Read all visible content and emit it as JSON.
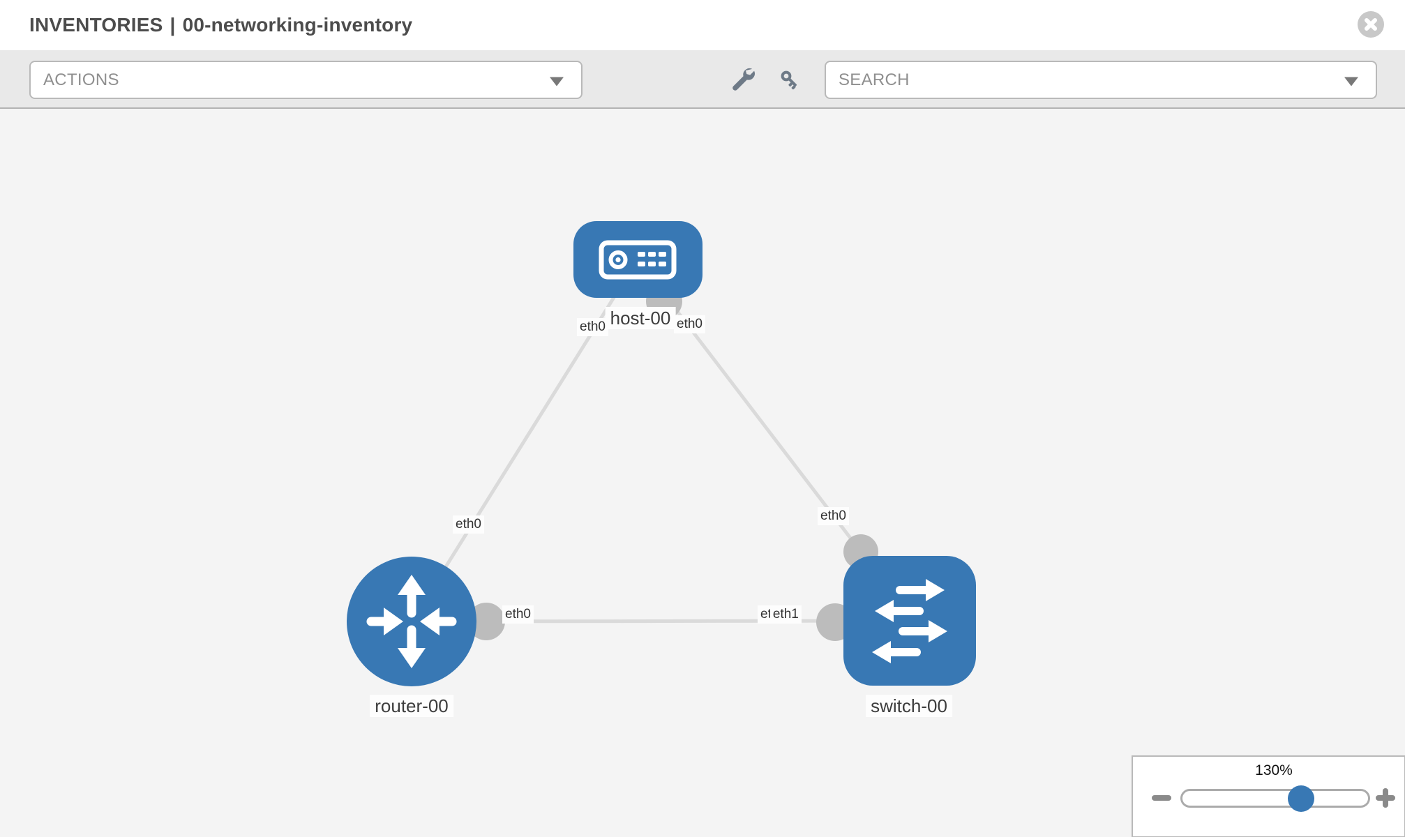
{
  "header": {
    "title_primary": "INVENTORIES",
    "title_separator": "|",
    "title_secondary": "00-networking-inventory"
  },
  "toolbar": {
    "actions_label": "ACTIONS",
    "search_placeholder": "SEARCH",
    "icons": [
      "wrench-icon",
      "key-icon"
    ]
  },
  "topology": {
    "nodes": [
      {
        "id": "host-00",
        "label": "host-00",
        "type": "host",
        "shape": "rounded-rect"
      },
      {
        "id": "router-00",
        "label": "router-00",
        "type": "router",
        "shape": "circle"
      },
      {
        "id": "switch-00",
        "label": "switch-00",
        "type": "switch",
        "shape": "rounded-square"
      }
    ],
    "links": [
      {
        "source": "host-00",
        "target": "router-00",
        "source_interface": "eth0",
        "target_interface": "eth0"
      },
      {
        "source": "host-00",
        "target": "switch-00",
        "source_interface": "eth0",
        "target_interface": "eth0"
      },
      {
        "source": "router-00",
        "target": "switch-00",
        "source_interface": "eth0",
        "target_interface": "eth1",
        "target_interface_obscured": "et"
      }
    ],
    "colors": {
      "node_blue": "#3878b4",
      "link_gray": "#dadada",
      "connector_gray": "#bcbcbc",
      "canvas_bg": "#f4f4f4"
    }
  },
  "zoom_control": {
    "level": "130%"
  }
}
